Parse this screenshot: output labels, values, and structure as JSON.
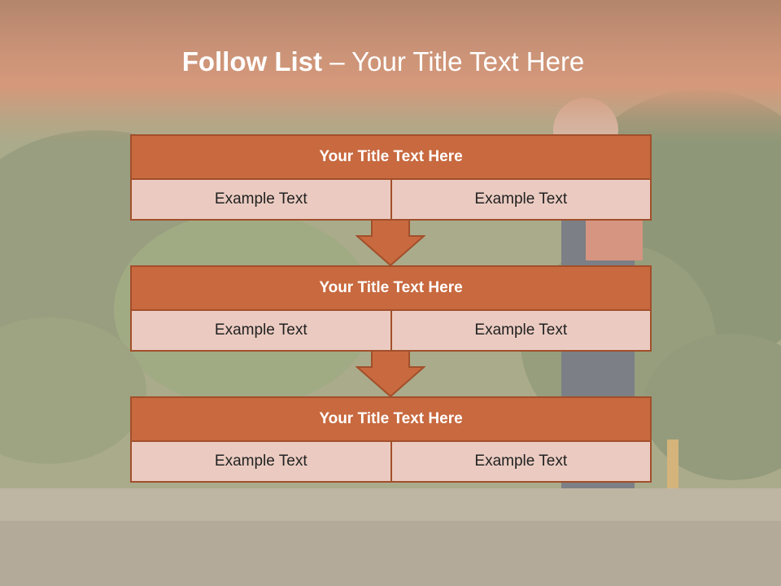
{
  "slide": {
    "title_bold": "Follow List",
    "title_rest": " – Your Title Text Here"
  },
  "blocks": [
    {
      "title": "Your Title Text Here",
      "left": "Example Text",
      "right": "Example Text"
    },
    {
      "title": "Your Title Text Here",
      "left": "Example Text",
      "right": "Example Text"
    },
    {
      "title": "Your Title Text Here",
      "left": "Example Text",
      "right": "Example Text"
    }
  ],
  "colors": {
    "accent": "#c8693f",
    "accent_border": "#a24f2b",
    "cell_fill": "#ebcbc1",
    "title_text": "#ffffff"
  }
}
